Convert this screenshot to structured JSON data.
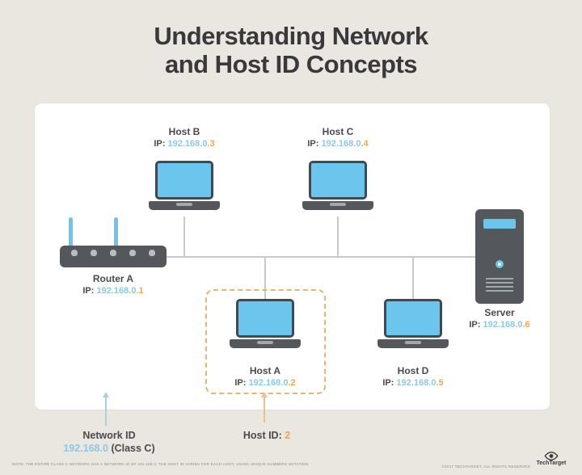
{
  "title": {
    "line1": "Understanding Network",
    "line2": "and Host ID Concepts"
  },
  "devices": {
    "router": {
      "name": "Router A",
      "ip_label": "IP:",
      "ip_network": "192.168.0",
      "ip_host": ".1"
    },
    "host_b": {
      "name": "Host B",
      "ip_label": "IP:",
      "ip_network": "192.168.0",
      "ip_host": ".3"
    },
    "host_c": {
      "name": "Host C",
      "ip_label": "IP:",
      "ip_network": "192.168.0",
      "ip_host": ".4"
    },
    "host_a": {
      "name": "Host A",
      "ip_label": "IP:",
      "ip_network": "192.168.0",
      "ip_host": ".2"
    },
    "host_d": {
      "name": "Host D",
      "ip_label": "IP:",
      "ip_network": "192.168.0",
      "ip_host": ".5"
    },
    "server": {
      "name": "Server",
      "ip_label": "IP:",
      "ip_network": "192.168.0",
      "ip_host": ".6"
    }
  },
  "annotations": {
    "network_id": {
      "label": "Network ID",
      "value_network": "192.168.0",
      "value_suffix": " (Class C)"
    },
    "host_id": {
      "label": "Host ID: ",
      "value": "2"
    }
  },
  "footer": {
    "note": "NOTE: THE ENTIRE CLASS C NETWORK HAS A NETWORK ID OF 192.168.0. THE HOST ID VARIES FOR EACH HOST, USING UNIQUE NUMBERS NOTATION",
    "copyright": "©2017 TECHTARGET, ALL RIGHTS RESERVED",
    "logo_text": "TechTarget"
  },
  "colors": {
    "background": "#eae7e1",
    "canvas": "#ffffff",
    "device_dark": "#54585c",
    "screen_blue": "#6cc5ec",
    "ip_network_blue": "#8ec8e2",
    "ip_host_orange": "#eaa94f",
    "highlight_dashed": "#e9b471",
    "arrow_blue": "#a9cfe0",
    "arrow_orange": "#ecc089",
    "line_gray": "#c9c9c7"
  }
}
